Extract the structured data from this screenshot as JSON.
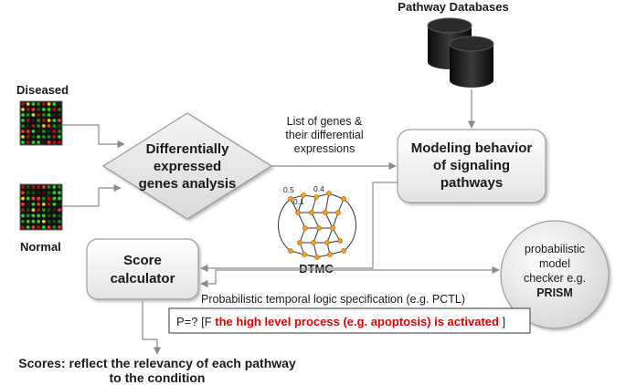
{
  "diagram": {
    "pathway_databases_label": "Pathway Databases",
    "diseased_label": "Diseased",
    "normal_label": "Normal",
    "deg_analysis": [
      "Differentially",
      "expressed",
      "genes analysis"
    ],
    "gene_list_label": [
      "List of genes &",
      "their differential",
      "expressions"
    ],
    "modeling_box": [
      "Modeling behavior",
      "of signaling",
      "pathways"
    ],
    "dtmc": {
      "label": "DTMC",
      "probabilities": [
        "0.5",
        "0.4",
        "0.1"
      ]
    },
    "score_calculator": [
      "Score",
      "calculator"
    ],
    "model_checker": [
      "probabilistic",
      "model",
      "checker  e.g.",
      "PRISM"
    ],
    "pctl_label": "Probabilistic temporal logic specification (e.g. PCTL)",
    "query": {
      "prefix": "P=? [F ",
      "highlight": "the high level process (e.g. apoptosis) is activated",
      "suffix": " ]",
      "highlight_color": "#e00000"
    },
    "scores_output": [
      "Scores: reflect the relevancy of each pathway",
      "to the condition"
    ]
  }
}
